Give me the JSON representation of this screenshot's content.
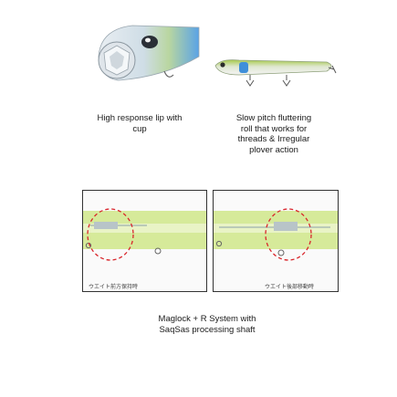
{
  "captions": {
    "lip": "High response lip with cup",
    "action": "Slow pitch fluttering roll that works for threads & Irregular plover action",
    "system": "Maglock + R System with SaqSas processing shaft"
  },
  "panels": {
    "left_label": "ウエイト前方保持時",
    "right_label": "ウエイト後部移動時"
  },
  "icons": {
    "lure_head": "lure-head-closeup-image",
    "lure_side": "lure-side-view-image",
    "dashed_marker": "dashed-circle-marker"
  },
  "colors": {
    "lure_green": "#b9d85a",
    "lure_blue": "#3f8fd9",
    "marker_red": "#d9262b",
    "panel_border": "#333333"
  }
}
